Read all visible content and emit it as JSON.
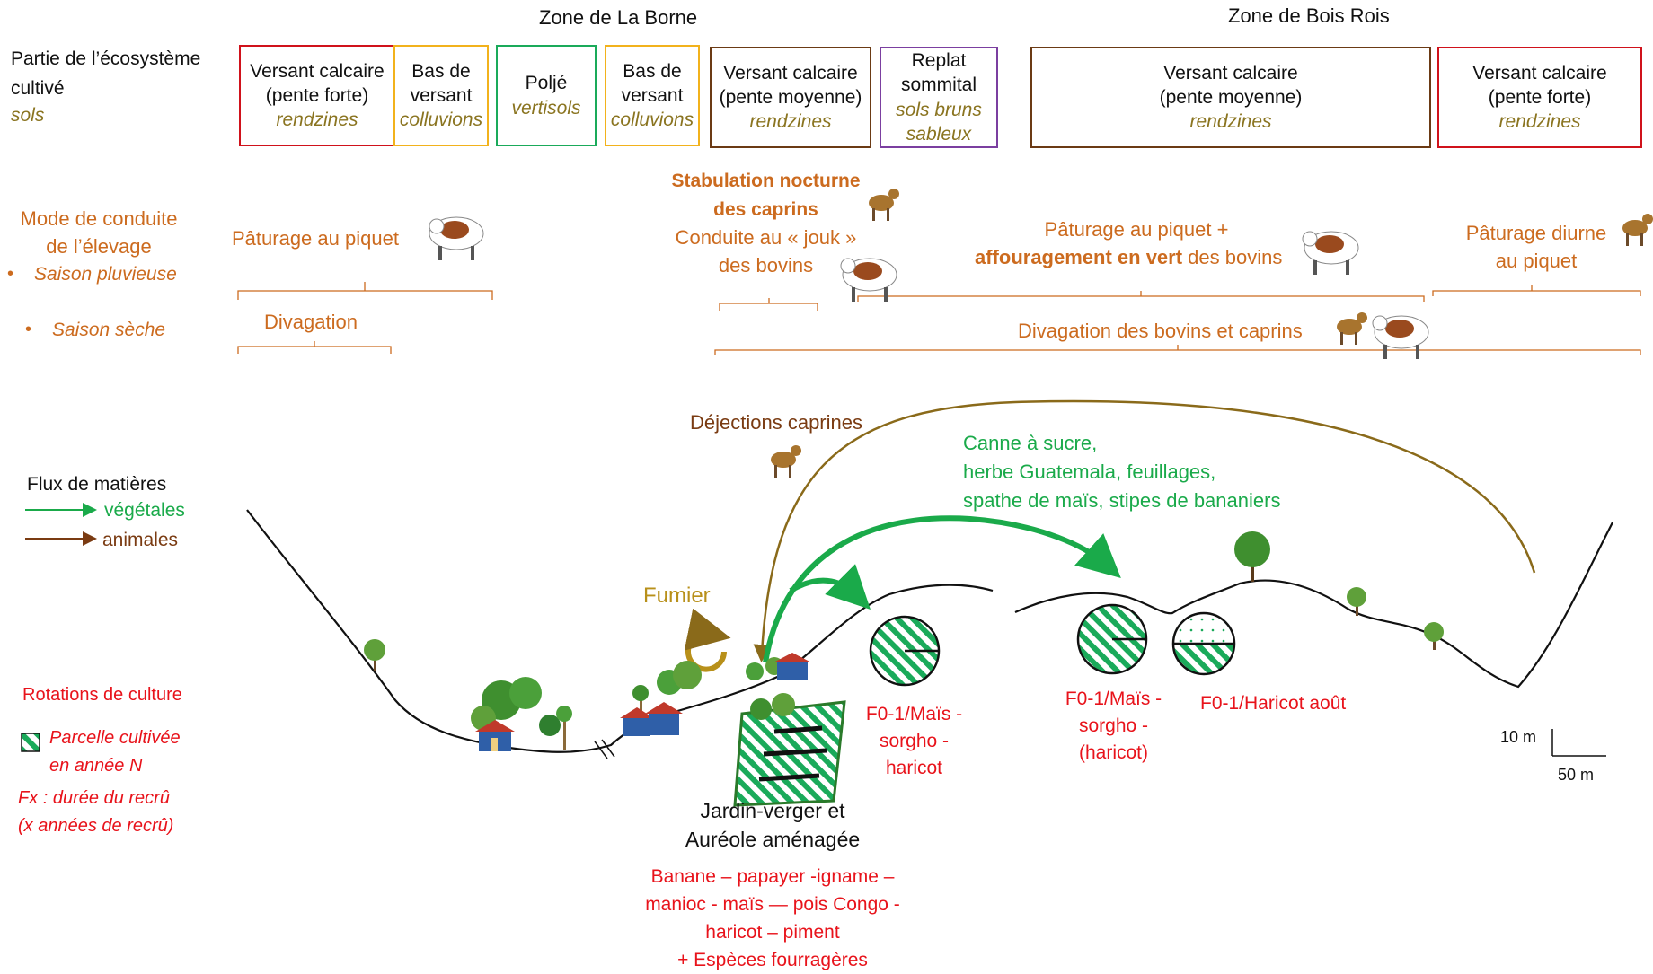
{
  "zones": {
    "la_borne": "Zone de La Borne",
    "bois_rois": "Zone de Bois Rois"
  },
  "ecosystem_label": {
    "line1": "Partie de l’écosystème",
    "line2": "cultivé",
    "sols": "sols"
  },
  "units": [
    {
      "lines": [
        "Versant calcaire",
        "(pente forte)"
      ],
      "soil": "rendzines",
      "color": "#d0121b"
    },
    {
      "lines": [
        "Bas de",
        "versant"
      ],
      "soil": "colluvions",
      "color": "#f2b21c"
    },
    {
      "lines": [
        "Poljé"
      ],
      "soil": "vertisols",
      "color": "#1aaa5a"
    },
    {
      "lines": [
        "Bas de",
        "versant"
      ],
      "soil": "colluvions",
      "color": "#f2b21c"
    },
    {
      "lines": [
        "Versant calcaire",
        "(pente moyenne)"
      ],
      "soil": "rendzines",
      "color": "#6b3a14"
    },
    {
      "lines": [
        "Replat",
        "sommital"
      ],
      "soil": "sols bruns sableux",
      "color": "#7b3fa0"
    },
    {
      "lines": [
        "Versant calcaire",
        "(pente moyenne)"
      ],
      "soil": "rendzines",
      "color": "#6b3a14"
    },
    {
      "lines": [
        "Versant calcaire",
        "(pente forte)"
      ],
      "soil": "rendzines",
      "color": "#d0121b"
    }
  ],
  "livestock": {
    "mode_line1": "Mode de conduite",
    "mode_line2": "de l’élevage",
    "saison_pluvieuse": "Saison pluvieuse",
    "saison_seche": "Saison sèche",
    "bullet": "•",
    "paturage_piquet": "Pâturage au piquet",
    "divagation": "Divagation",
    "stabulation_line1": "Stabulation nocturne",
    "stabulation_line2": "des caprins",
    "jouk_line1": "Conduite au « jouk »",
    "jouk_line2": "des bovins",
    "affouragement_line1": "Pâturage au piquet +",
    "affouragement_bold": "affouragement en vert",
    "affouragement_rest": " des bovins",
    "diurne_line1": "Pâturage diurne",
    "diurne_line2": "au piquet",
    "divagation_bc": "Divagation des bovins et caprins"
  },
  "flux": {
    "title": "Flux de matières",
    "vegetales": "végétales",
    "animales": "animales",
    "dejections": "Déjections caprines",
    "fumier": "Fumier",
    "vegetal_list": [
      "Canne à sucre,",
      "herbe Guatemala, feuillages,",
      "spathe de maïs, stipes de bananiers"
    ]
  },
  "rotations": {
    "title": "Rotations de culture",
    "legend_line1": "Parcelle cultivée",
    "legend_line2": "en année N",
    "fx_line1": "Fx : durée du recrû",
    "fx_line2": "(x années de recrû)"
  },
  "jardin": {
    "title_line1": "Jardin-verger et",
    "title_line2": "Auréole aménagée",
    "crops": [
      "Banane –  papayer -igname –",
      "manioc -  maïs — pois Congo -",
      "haricot – piment",
      "+ Espèces fourragères"
    ]
  },
  "plots": {
    "plot1": [
      "F0-1/Maïs -",
      "sorgho -",
      "haricot"
    ],
    "plot2": [
      "F0-1/Maïs -",
      "sorgho -",
      "(haricot)"
    ],
    "plot3": "F0-1/Haricot août"
  },
  "scale": {
    "vertical": "10 m",
    "horizontal": "50 m"
  },
  "colors": {
    "orange": "#cc6b1f",
    "brown_arrow": "#7a3b12",
    "vegetal_arrow": "#1aaa4a",
    "animal_curve": "#8a6a1a",
    "red": "#e8131b",
    "olive": "#8a7420"
  }
}
